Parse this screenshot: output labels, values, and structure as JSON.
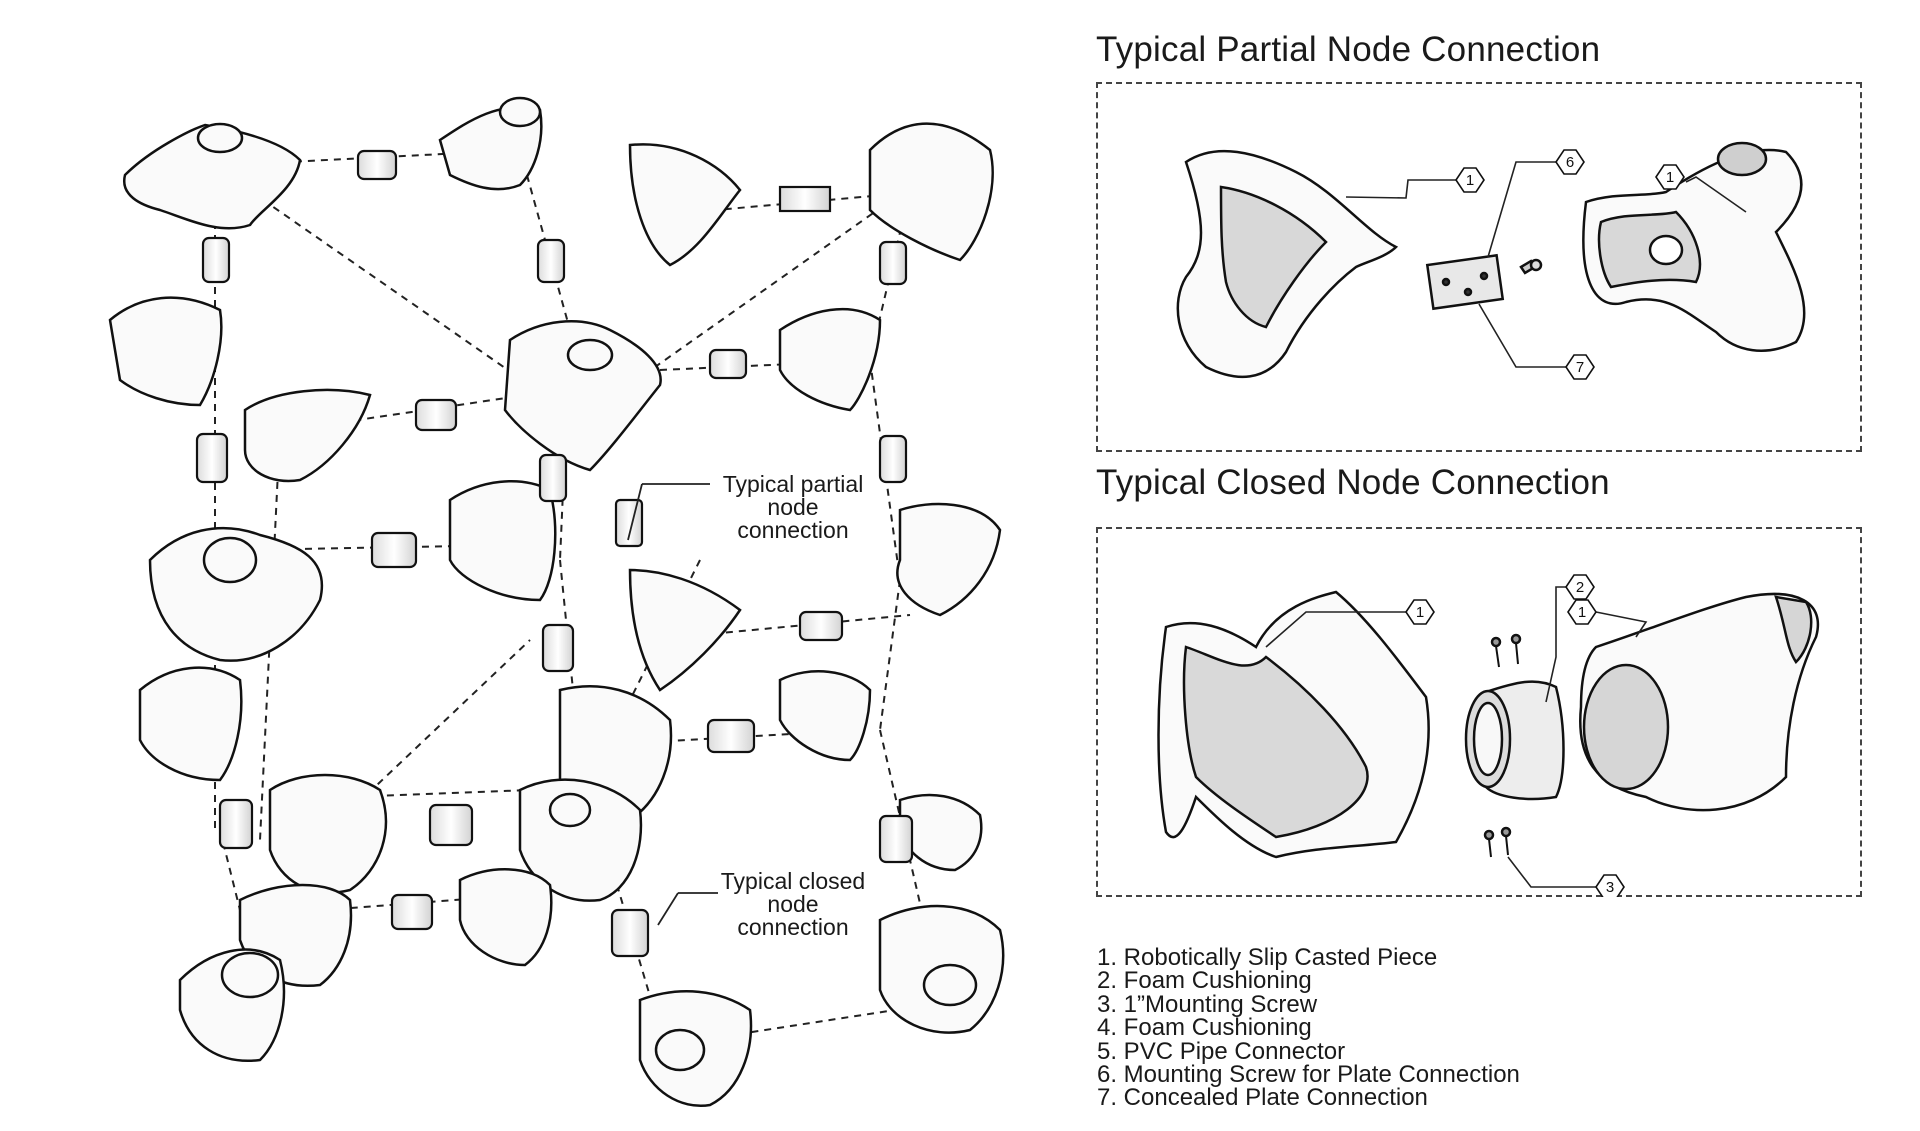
{
  "partial_title": "Typical Partial Node Connection",
  "closed_title": "Typical Closed Node Connection",
  "annotation_partial": [
    "Typical partial",
    "node",
    "connection"
  ],
  "annotation_closed": [
    "Typical closed",
    "node",
    "connection"
  ],
  "callouts_partial": [
    "1",
    "6",
    "1",
    "7"
  ],
  "callouts_closed": [
    "1",
    "2",
    "1",
    "3"
  ],
  "legend": [
    "1. Robotically Slip Casted Piece",
    "2. Foam Cushioning",
    "3. 1”Mounting Screw",
    "4. Foam Cushioning",
    "5. PVC Pipe Connector",
    "6. Mounting Screw for Plate Connection",
    "7. Concealed Plate Connection"
  ]
}
